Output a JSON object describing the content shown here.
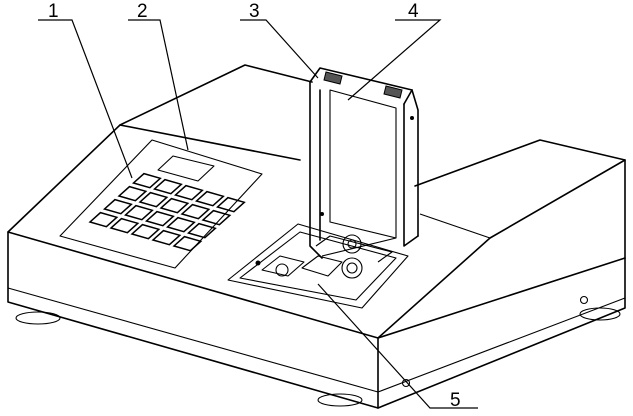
{
  "callouts": [
    {
      "id": "1",
      "label": "1"
    },
    {
      "id": "2",
      "label": "2"
    },
    {
      "id": "3",
      "label": "3"
    },
    {
      "id": "4",
      "label": "4"
    },
    {
      "id": "5",
      "label": "5"
    }
  ],
  "keypad": {
    "rows": 4,
    "cols": 5
  }
}
